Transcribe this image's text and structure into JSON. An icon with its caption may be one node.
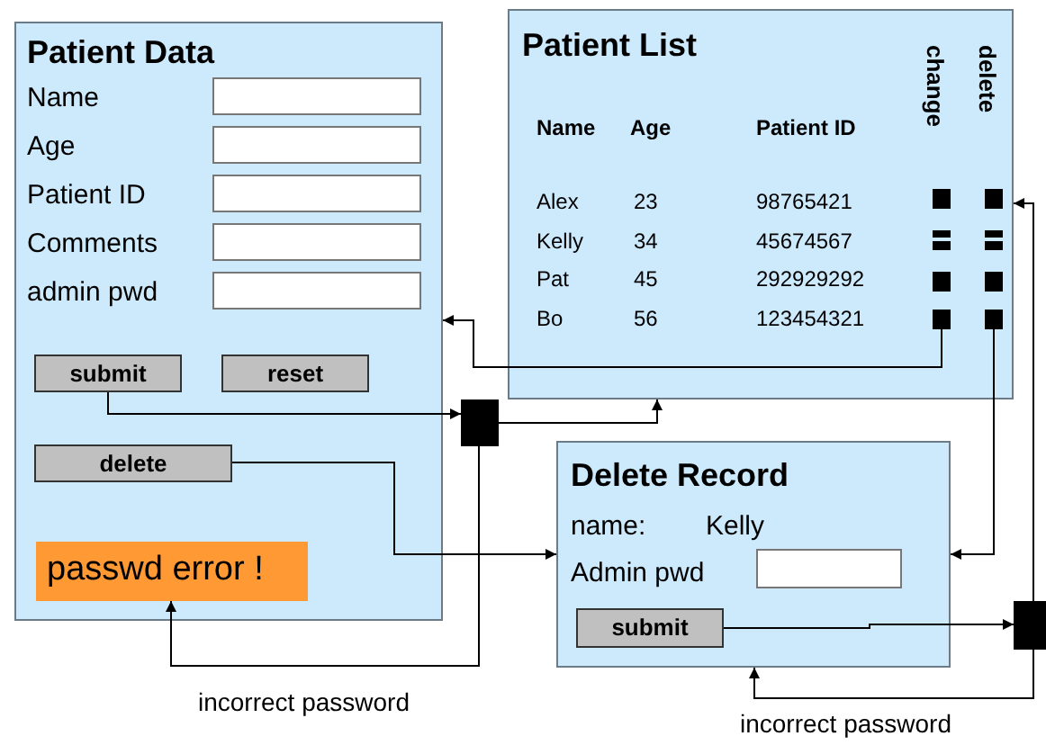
{
  "diagram": {
    "nodes": [
      {
        "text": [
          "Patient Data",
          "Name",
          "Age",
          "Patient ID",
          "Comments",
          "admin pwd"
        ]
      },
      {
        "text": [
          "submit"
        ],
        "in": 0
      },
      {
        "text": [
          "reset"
        ],
        "in": 0
      },
      {
        "text": [
          "delete"
        ],
        "in": 0
      },
      {
        "text": [
          "passwd error !"
        ],
        "in": 0
      },
      {
        "text": [
          "Patient List",
          "Name",
          "Age",
          "Patient ID",
          "change",
          "delete",
          "Alex",
          "23",
          "98765421",
          "Kelly",
          "34",
          "45674567",
          "Pat",
          "45",
          "292929292",
          "Bo",
          "56",
          "123454321"
        ]
      },
      {
        "text": [],
        "shape": "box",
        "in": 5
      },
      {
        "text": [],
        "shape": "box",
        "in": 5
      },
      {
        "text": [],
        "shape": "bars",
        "in": 5
      },
      {
        "text": [],
        "shape": "bars",
        "in": 5
      },
      {
        "text": [],
        "shape": "box",
        "in": 5
      },
      {
        "text": [],
        "shape": "box",
        "in": 5
      },
      {
        "text": [],
        "shape": "box",
        "in": 5
      },
      {
        "text": [],
        "shape": "box",
        "in": 5
      },
      {
        "text": [],
        "shape": "box"
      },
      {
        "text": [
          "Delete Record",
          "name:",
          "Kelly",
          "Admin pwd"
        ]
      },
      {
        "text": [
          "submit"
        ],
        "in": 15
      },
      {
        "text": [],
        "shape": "box"
      }
    ],
    "edges": [
      {
        "from": 1,
        "to": 14,
        "arrow": "to"
      },
      {
        "from": 14,
        "to": 5,
        "arrow": "to"
      },
      {
        "from": 14,
        "to": 4,
        "arrow": "to",
        "label": "incorrect password"
      },
      {
        "from": 3,
        "to": 15,
        "arrow": "to"
      },
      {
        "from": 12,
        "to": 0,
        "arrow": "to"
      },
      {
        "from": 13,
        "to": 15,
        "arrow": "to"
      },
      {
        "from": 16,
        "to": 17,
        "arrow": "to"
      },
      {
        "from": 17,
        "to": 5,
        "arrow": "to"
      },
      {
        "from": 17,
        "to": 15,
        "arrow": "to",
        "label": "incorrect password"
      }
    ]
  }
}
